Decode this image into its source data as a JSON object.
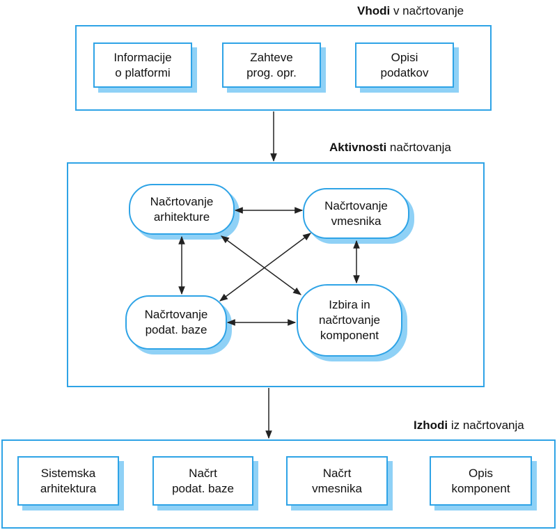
{
  "inputs": {
    "heading_bold": "Vhodi",
    "heading_rest": " v načrtovanje",
    "items": [
      {
        "label": "Informacije\no platformi"
      },
      {
        "label": "Zahteve\nprog. opr."
      },
      {
        "label": "Opisi\npodatkov"
      }
    ]
  },
  "activities": {
    "heading_bold": "Aktivnosti",
    "heading_rest": " načrtovanja",
    "items": [
      {
        "label": "Načrtovanje\narhitekture"
      },
      {
        "label": "Načrtovanje\nvmesnika"
      },
      {
        "label": "Načrtovanje\npodat. baze"
      },
      {
        "label": "Izbira in\nnačrtovanje\nkomponent"
      }
    ]
  },
  "outputs": {
    "heading_bold": "Izhodi",
    "heading_rest": " iz načrtovanja",
    "items": [
      {
        "label": "Sistemska\narhitektura"
      },
      {
        "label": "Načrt\npodat. baze"
      },
      {
        "label": "Načrt\nvmesnika"
      },
      {
        "label": "Opis\nkomponent"
      }
    ]
  },
  "colors": {
    "border": "#2ea3e6",
    "shadow": "#8fd1f6",
    "arrow": "#222222"
  }
}
